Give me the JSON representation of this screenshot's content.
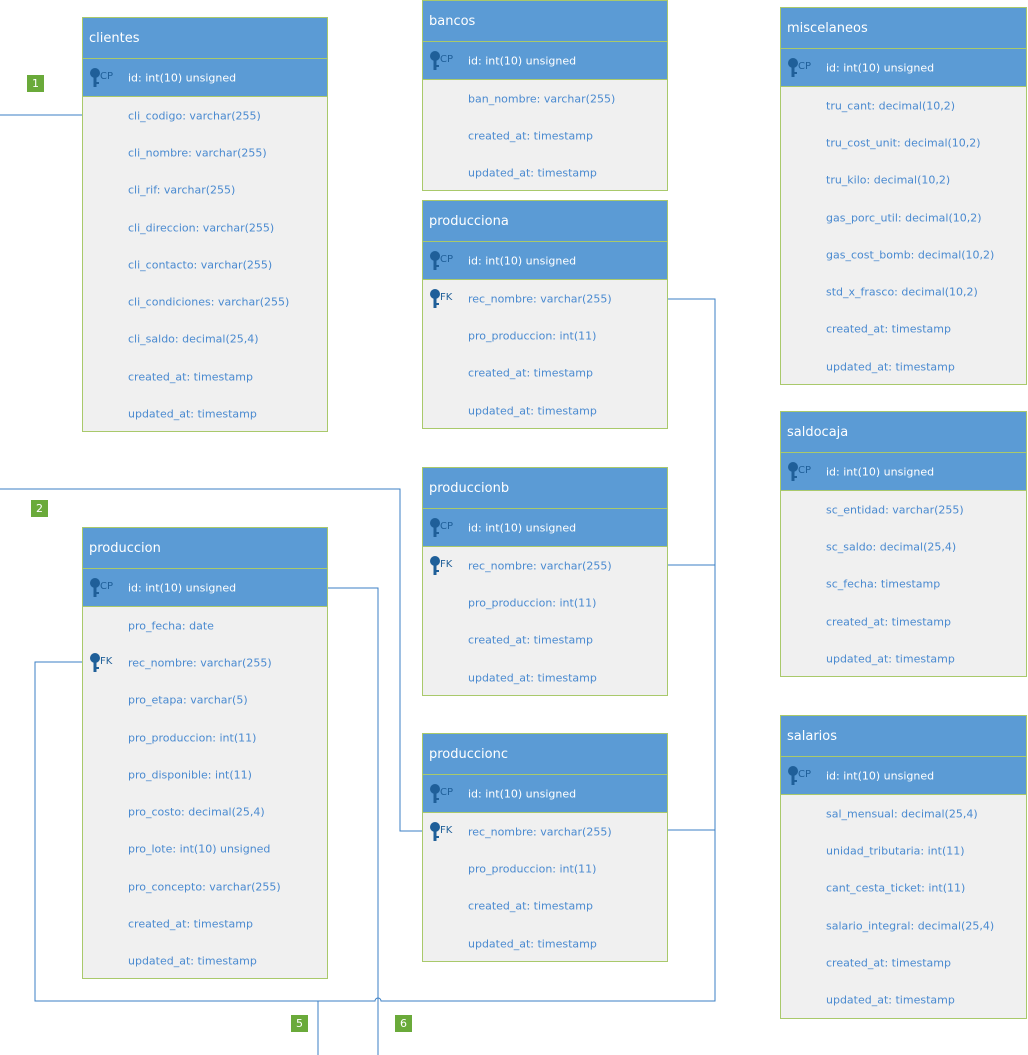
{
  "tables": {
    "clientes": {
      "name": "clientes",
      "pk": {
        "key": "CP",
        "text": "id: int(10) unsigned"
      },
      "fields": [
        {
          "key": "",
          "text": "cli_codigo: varchar(255)"
        },
        {
          "key": "",
          "text": "cli_nombre: varchar(255)"
        },
        {
          "key": "",
          "text": "cli_rif: varchar(255)"
        },
        {
          "key": "",
          "text": "cli_direccion: varchar(255)"
        },
        {
          "key": "",
          "text": "cli_contacto: varchar(255)"
        },
        {
          "key": "",
          "text": "cli_condiciones: varchar(255)"
        },
        {
          "key": "",
          "text": "cli_saldo: decimal(25,4)"
        },
        {
          "key": "",
          "text": "created_at: timestamp"
        },
        {
          "key": "",
          "text": "updated_at: timestamp"
        }
      ]
    },
    "bancos": {
      "name": "bancos",
      "pk": {
        "key": "CP",
        "text": "id: int(10) unsigned"
      },
      "fields": [
        {
          "key": "",
          "text": "ban_nombre: varchar(255)"
        },
        {
          "key": "",
          "text": "created_at: timestamp"
        },
        {
          "key": "",
          "text": "updated_at: timestamp"
        }
      ]
    },
    "miscelaneos": {
      "name": "miscelaneos",
      "pk": {
        "key": "CP",
        "text": "id: int(10) unsigned"
      },
      "fields": [
        {
          "key": "",
          "text": "tru_cant: decimal(10,2)"
        },
        {
          "key": "",
          "text": "tru_cost_unit: decimal(10,2)"
        },
        {
          "key": "",
          "text": "tru_kilo: decimal(10,2)"
        },
        {
          "key": "",
          "text": "gas_porc_util: decimal(10,2)"
        },
        {
          "key": "",
          "text": "gas_cost_bomb: decimal(10,2)"
        },
        {
          "key": "",
          "text": "std_x_frasco: decimal(10,2)"
        },
        {
          "key": "",
          "text": "created_at: timestamp"
        },
        {
          "key": "",
          "text": "updated_at: timestamp"
        }
      ]
    },
    "producciona": {
      "name": "producciona",
      "pk": {
        "key": "CP",
        "text": "id: int(10) unsigned"
      },
      "fields": [
        {
          "key": "FK",
          "text": "rec_nombre: varchar(255)"
        },
        {
          "key": "",
          "text": "pro_produccion: int(11)"
        },
        {
          "key": "",
          "text": "created_at: timestamp"
        },
        {
          "key": "",
          "text": "updated_at: timestamp"
        }
      ]
    },
    "saldocaja": {
      "name": "saldocaja",
      "pk": {
        "key": "CP",
        "text": "id: int(10) unsigned"
      },
      "fields": [
        {
          "key": "",
          "text": "sc_entidad: varchar(255)"
        },
        {
          "key": "",
          "text": "sc_saldo: decimal(25,4)"
        },
        {
          "key": "",
          "text": "sc_fecha: timestamp"
        },
        {
          "key": "",
          "text": "created_at: timestamp"
        },
        {
          "key": "",
          "text": "updated_at: timestamp"
        }
      ]
    },
    "produccionb": {
      "name": "produccionb",
      "pk": {
        "key": "CP",
        "text": "id: int(10) unsigned"
      },
      "fields": [
        {
          "key": "FK",
          "text": "rec_nombre: varchar(255)"
        },
        {
          "key": "",
          "text": "pro_produccion: int(11)"
        },
        {
          "key": "",
          "text": "created_at: timestamp"
        },
        {
          "key": "",
          "text": "updated_at: timestamp"
        }
      ]
    },
    "produccion": {
      "name": "produccion",
      "pk": {
        "key": "CP",
        "text": "id: int(10) unsigned"
      },
      "fields": [
        {
          "key": "",
          "text": "pro_fecha: date"
        },
        {
          "key": "FK",
          "text": "rec_nombre: varchar(255)"
        },
        {
          "key": "",
          "text": "pro_etapa: varchar(5)"
        },
        {
          "key": "",
          "text": "pro_produccion: int(11)"
        },
        {
          "key": "",
          "text": "pro_disponible: int(11)"
        },
        {
          "key": "",
          "text": "pro_costo: decimal(25,4)"
        },
        {
          "key": "",
          "text": "pro_lote: int(10) unsigned"
        },
        {
          "key": "",
          "text": "pro_concepto: varchar(255)"
        },
        {
          "key": "",
          "text": "created_at: timestamp"
        },
        {
          "key": "",
          "text": "updated_at: timestamp"
        }
      ]
    },
    "salarios": {
      "name": "salarios",
      "pk": {
        "key": "CP",
        "text": "id: int(10) unsigned"
      },
      "fields": [
        {
          "key": "",
          "text": "sal_mensual: decimal(25,4)"
        },
        {
          "key": "",
          "text": "unidad_tributaria: int(11)"
        },
        {
          "key": "",
          "text": "cant_cesta_ticket: int(11)"
        },
        {
          "key": "",
          "text": "salario_integral: decimal(25,4)"
        },
        {
          "key": "",
          "text": "created_at: timestamp"
        },
        {
          "key": "",
          "text": "updated_at: timestamp"
        }
      ]
    },
    "produccionc": {
      "name": "produccionc",
      "pk": {
        "key": "CP",
        "text": "id: int(10) unsigned"
      },
      "fields": [
        {
          "key": "FK",
          "text": "rec_nombre: varchar(255)"
        },
        {
          "key": "",
          "text": "pro_produccion: int(11)"
        },
        {
          "key": "",
          "text": "created_at: timestamp"
        },
        {
          "key": "",
          "text": "updated_at: timestamp"
        }
      ]
    }
  },
  "connector_badges": [
    "1",
    "2",
    "5",
    "6"
  ],
  "colors": {
    "header": "#5b9bd5",
    "body": "#f0f0f0",
    "border": "#a9c96b",
    "field_text": "#4a8ad0",
    "key_icon": "#1f5f99",
    "connector": "#3b7fc4",
    "badge": "#6aaa3a"
  }
}
